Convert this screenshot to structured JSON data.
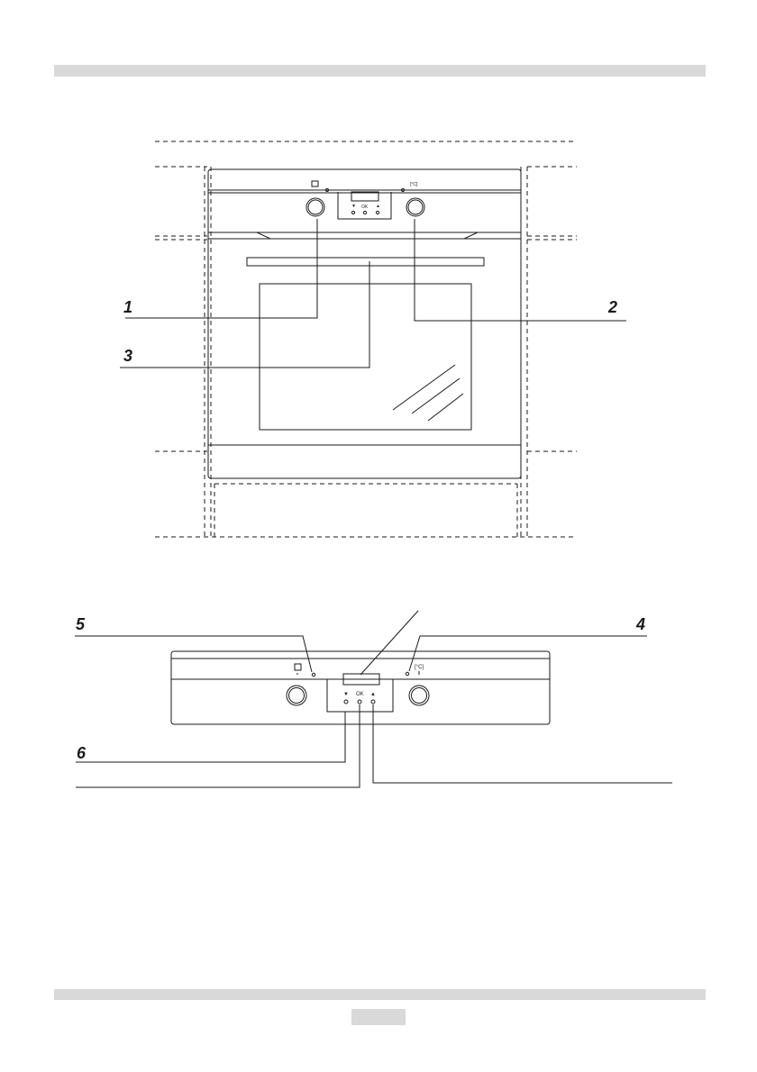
{
  "page": {
    "colors": {
      "line": "#1a1a1a",
      "band": "#d9d9d9"
    }
  },
  "oven": {
    "temp_symbol": "[°C]",
    "ok_label": "OK",
    "down_arrow": "▼",
    "up_arrow": "▲"
  },
  "callouts": {
    "c1": "1",
    "c2": "2",
    "c3": "3",
    "c4": "4",
    "c5": "5",
    "c6": "6"
  },
  "icons": [
    "oven-mode-icon",
    "thermometer-icon",
    "control-knob-icon",
    "touch-button-icon",
    "display-icon"
  ]
}
